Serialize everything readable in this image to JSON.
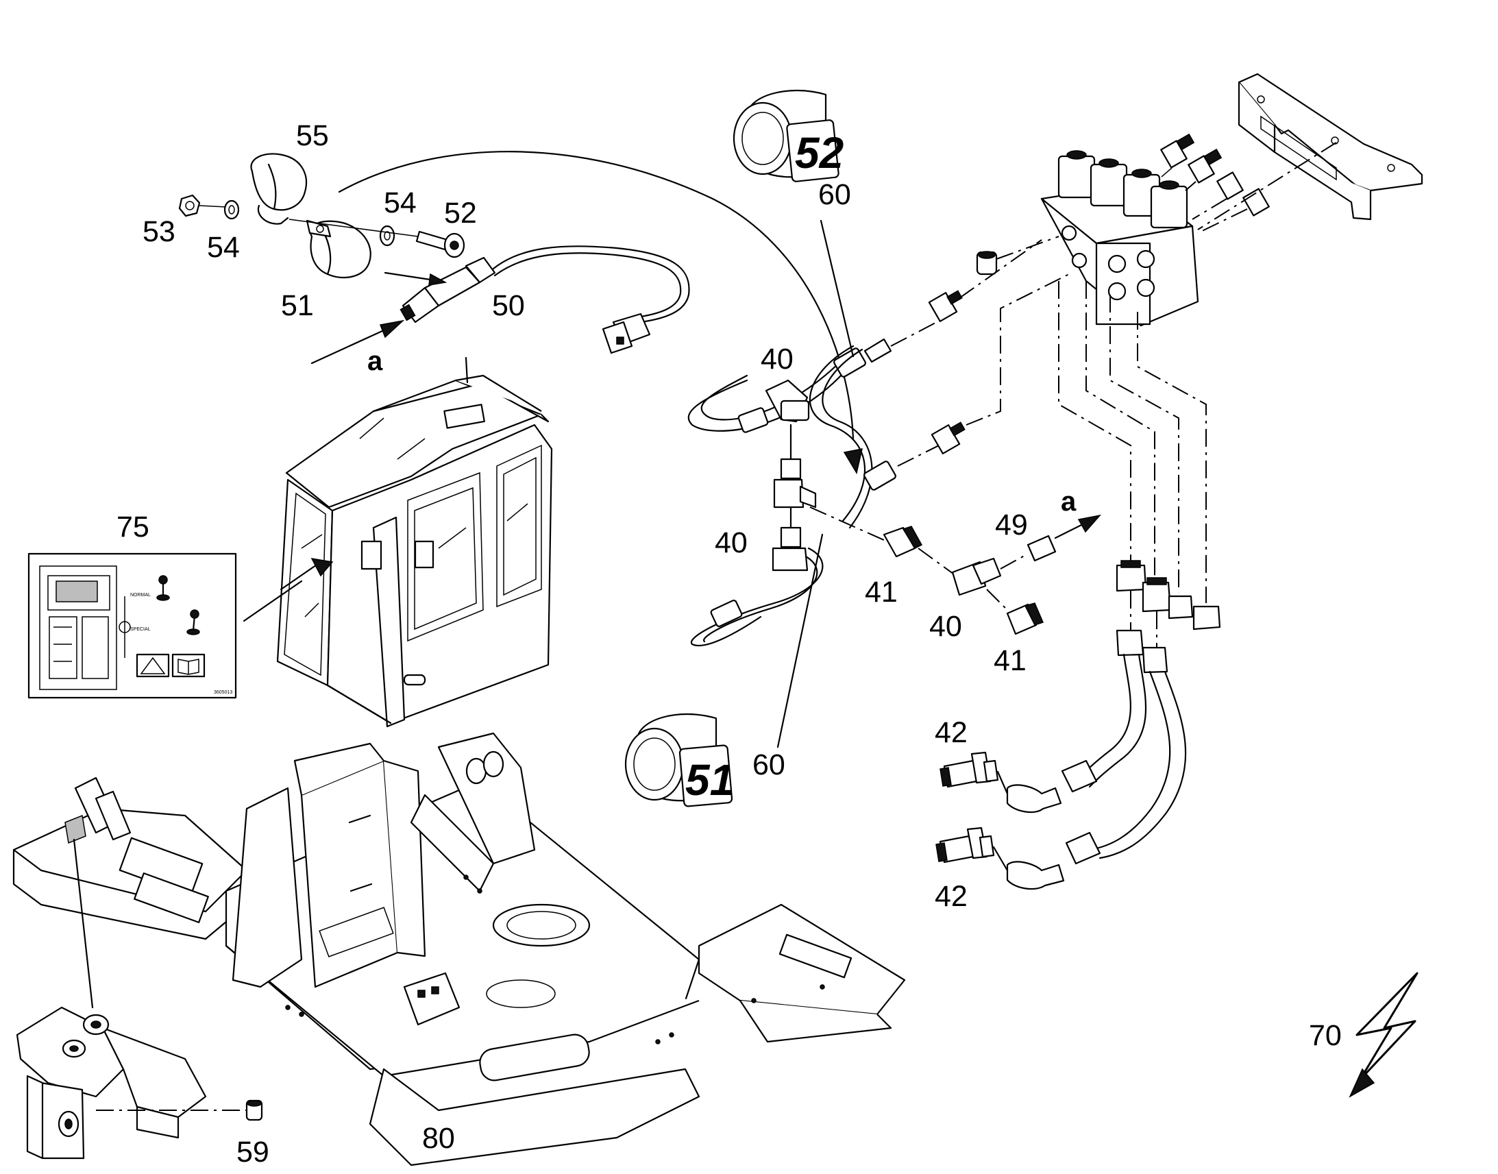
{
  "callouts": {
    "c55": "55",
    "c53": "53",
    "c54a": "54",
    "c54b": "54",
    "c52": "52",
    "c51": "51",
    "c50": "50",
    "ca1": "a",
    "c75": "75",
    "c60a": "60",
    "c40a": "40",
    "c40b": "40",
    "c41a": "41",
    "c40c": "40",
    "c41b": "41",
    "c49": "49",
    "ca2": "a",
    "c60b": "60",
    "c42a": "42",
    "c42b": "42",
    "c70": "70",
    "c59": "59",
    "c80": "80"
  },
  "badges": {
    "b52": "52",
    "b51": "51"
  },
  "decal": {
    "normal": "NORMAL",
    "special": "SPECIAL",
    "code": "3605013"
  },
  "icons": [
    "warning-triangle-icon",
    "manual-book-icon",
    "lightning-bolt-icon"
  ]
}
